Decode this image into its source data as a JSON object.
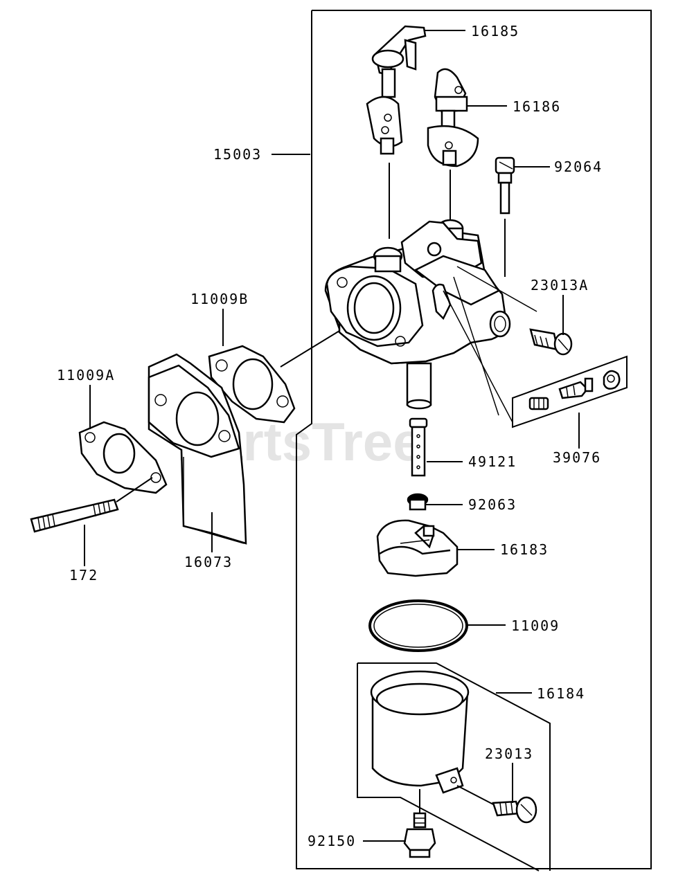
{
  "watermark": "PartsTree",
  "labels": {
    "p16185": "16185",
    "p16186": "16186",
    "p15003": "15003",
    "p92064": "92064",
    "p23013A": "23013A",
    "p11009B": "11009B",
    "p11009A": "11009A",
    "p39076": "39076",
    "p49121": "49121",
    "p92063": "92063",
    "p16183": "16183",
    "p172": "172",
    "p16073": "16073",
    "p11009": "11009",
    "p16184": "16184",
    "p23013": "23013",
    "p92150": "92150"
  }
}
